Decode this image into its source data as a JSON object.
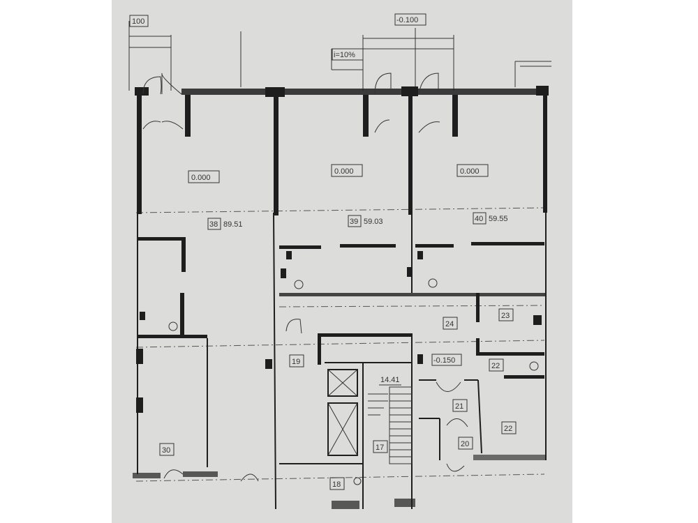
{
  "drawing": {
    "levels": {
      "top_left": "100",
      "top_center": "-0.100",
      "slope": "i=10%",
      "corridor": "-0.150",
      "stair": "14.41"
    },
    "units": [
      {
        "level": "0.000",
        "number": "38",
        "area": "89.51"
      },
      {
        "level": "0.000",
        "number": "39",
        "area": "59.03"
      },
      {
        "level": "0.000",
        "number": "40",
        "area": "59.55"
      }
    ],
    "rooms": [
      "24",
      "23",
      "19",
      "22",
      "21",
      "22",
      "20",
      "17",
      "18",
      "30"
    ]
  }
}
